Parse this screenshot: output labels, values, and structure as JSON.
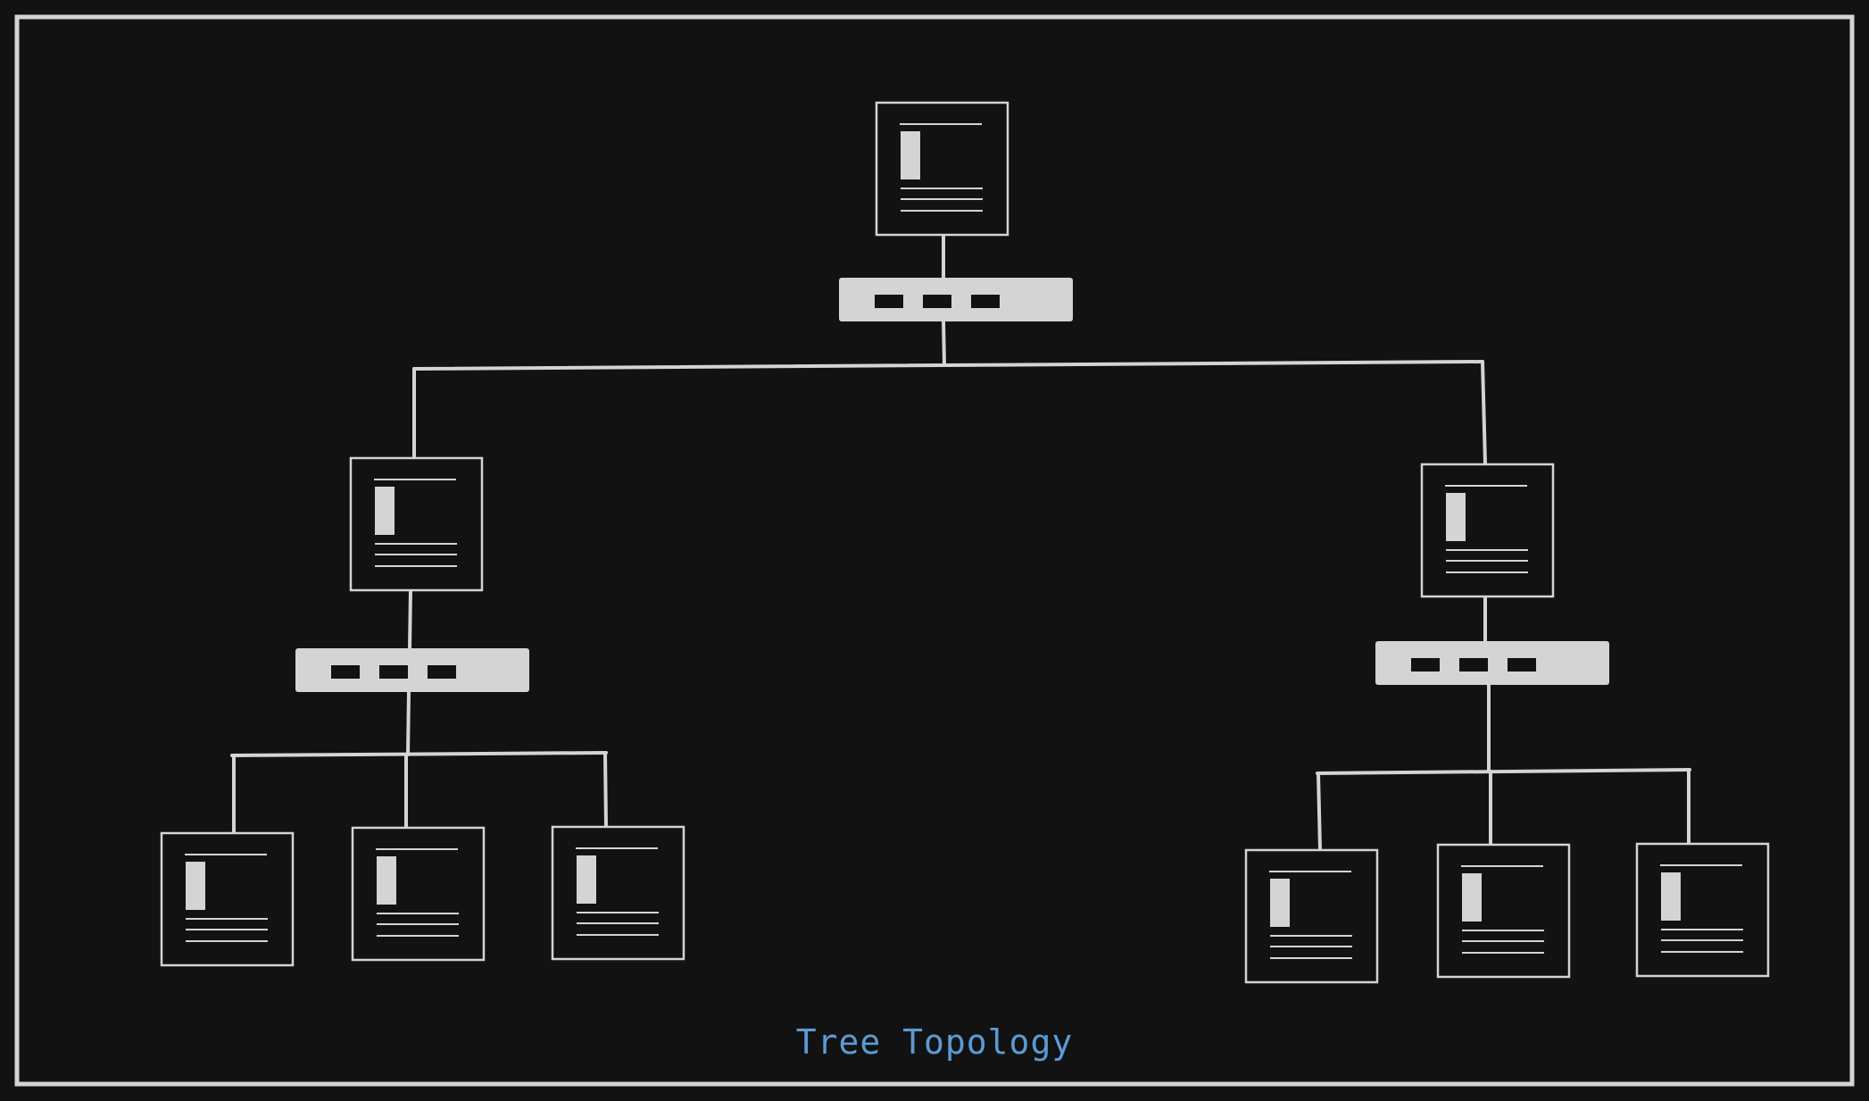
{
  "caption": "Tree Topology",
  "colors": {
    "background": "#121212",
    "stroke": "#d4d4d4",
    "caption": "#5b9bd5"
  },
  "nodes": [
    {
      "id": "root-computer",
      "kind": "computer",
      "level": 0
    },
    {
      "id": "root-switch",
      "kind": "switch",
      "level": 0
    },
    {
      "id": "left-computer",
      "kind": "computer",
      "level": 1
    },
    {
      "id": "left-switch",
      "kind": "switch",
      "level": 1
    },
    {
      "id": "right-computer",
      "kind": "computer",
      "level": 1
    },
    {
      "id": "right-switch",
      "kind": "switch",
      "level": 1
    },
    {
      "id": "left-leaf-1",
      "kind": "computer",
      "level": 2
    },
    {
      "id": "left-leaf-2",
      "kind": "computer",
      "level": 2
    },
    {
      "id": "left-leaf-3",
      "kind": "computer",
      "level": 2
    },
    {
      "id": "right-leaf-1",
      "kind": "computer",
      "level": 2
    },
    {
      "id": "right-leaf-2",
      "kind": "computer",
      "level": 2
    },
    {
      "id": "right-leaf-3",
      "kind": "computer",
      "level": 2
    }
  ],
  "links": [
    [
      "root-computer",
      "root-switch"
    ],
    [
      "root-switch",
      "left-computer"
    ],
    [
      "root-switch",
      "right-computer"
    ],
    [
      "left-computer",
      "left-switch"
    ],
    [
      "right-computer",
      "right-switch"
    ],
    [
      "left-switch",
      "left-leaf-1"
    ],
    [
      "left-switch",
      "left-leaf-2"
    ],
    [
      "left-switch",
      "left-leaf-3"
    ],
    [
      "right-switch",
      "right-leaf-1"
    ],
    [
      "right-switch",
      "right-leaf-2"
    ],
    [
      "right-switch",
      "right-leaf-3"
    ]
  ]
}
